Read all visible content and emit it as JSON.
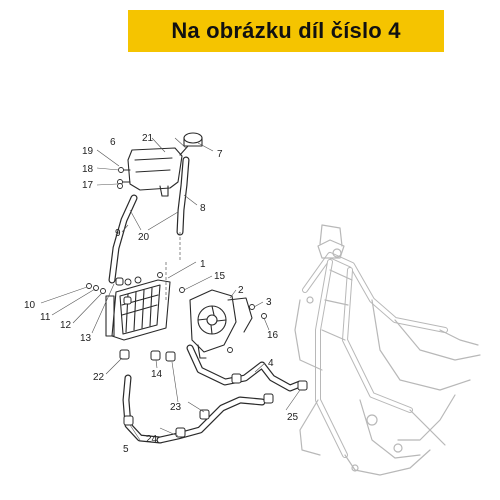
{
  "banner": {
    "text": "Na obrázku díl číslo 4",
    "background": "#f5c400",
    "color": "#111111"
  },
  "callouts": [
    {
      "id": "p1",
      "label": "1"
    },
    {
      "id": "p2",
      "label": "2"
    },
    {
      "id": "p3",
      "label": "3"
    },
    {
      "id": "p4",
      "label": "4"
    },
    {
      "id": "p5",
      "label": "5"
    },
    {
      "id": "p6",
      "label": "6"
    },
    {
      "id": "p7",
      "label": "7"
    },
    {
      "id": "p8",
      "label": "8"
    },
    {
      "id": "p9",
      "label": "9"
    },
    {
      "id": "p10",
      "label": "10"
    },
    {
      "id": "p11",
      "label": "11"
    },
    {
      "id": "p12",
      "label": "12"
    },
    {
      "id": "p13",
      "label": "13"
    },
    {
      "id": "p14",
      "label": "14"
    },
    {
      "id": "p15",
      "label": "15"
    },
    {
      "id": "p16",
      "label": "16"
    },
    {
      "id": "p17",
      "label": "17"
    },
    {
      "id": "p18",
      "label": "18"
    },
    {
      "id": "p19",
      "label": "19"
    },
    {
      "id": "p20",
      "label": "20"
    },
    {
      "id": "p21",
      "label": "21"
    },
    {
      "id": "p22",
      "label": "22"
    },
    {
      "id": "p23",
      "label": "23"
    },
    {
      "id": "p24",
      "label": "24"
    },
    {
      "id": "p25",
      "label": "25"
    }
  ]
}
